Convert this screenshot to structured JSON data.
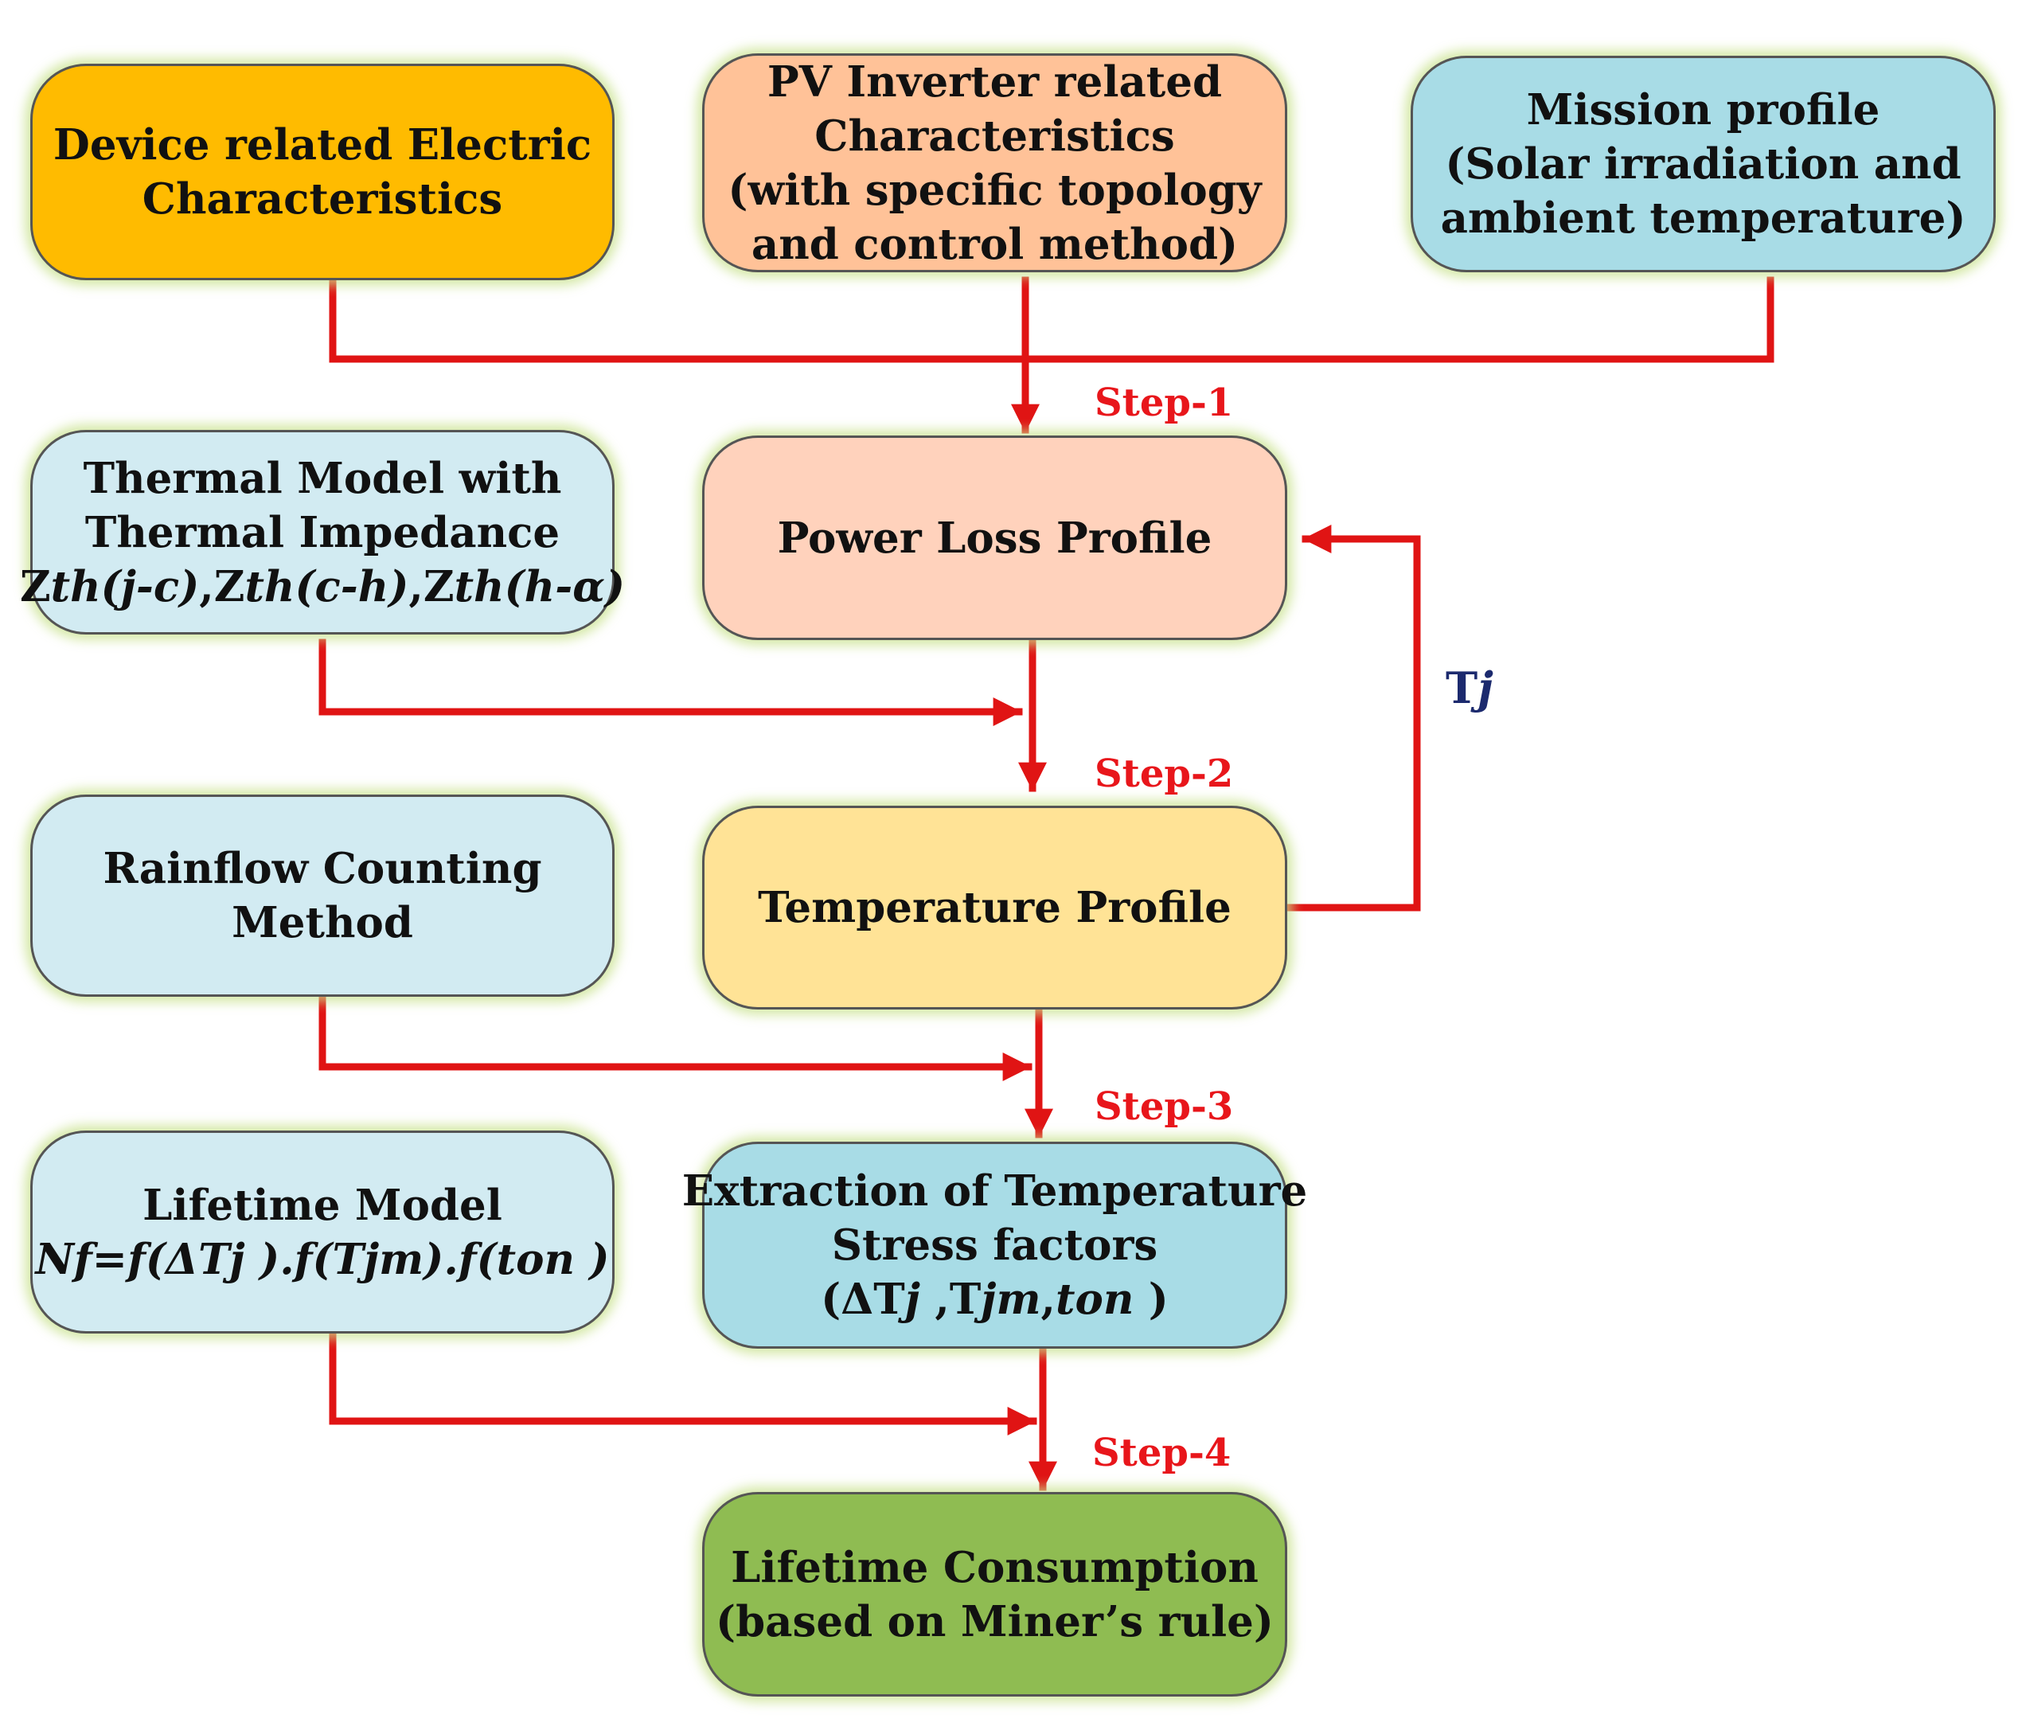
{
  "colors": {
    "connector": "#e01414",
    "step_label": "#e8161b",
    "feedback_label": "#1c2a6e",
    "box_border": "#555555",
    "box_glow": "#c8e28c"
  },
  "boxes": {
    "device": {
      "lines": [
        "Device related Electric",
        "Characteristics"
      ],
      "fill": "#ffbb00"
    },
    "inverter": {
      "lines": [
        "PV Inverter related",
        "Characteristics",
        "(with specific topology",
        "and control method)"
      ],
      "fill": "#ffc298"
    },
    "mission": {
      "lines": [
        "Mission profile",
        "(Solar irradiation and",
        "ambient temperature)"
      ],
      "fill": "#a8dce6"
    },
    "thermal": {
      "line1": "Thermal Model with",
      "line2": "Thermal Impedance",
      "eq": {
        "z1": "Z",
        "a1": "th(j-c)",
        "c1": ",",
        "z2": "Z",
        "a2": "th(c-h)",
        "c2": ",",
        "z3": "Z",
        "a3": "th(h-α)"
      },
      "fill": "#d2ebf2"
    },
    "power_loss": {
      "lines": [
        "Power Loss Profile"
      ],
      "fill": "#ffd2bc"
    },
    "rainflow": {
      "lines": [
        "Rainflow Counting",
        "Method"
      ],
      "fill": "#d2ebf2"
    },
    "temperature": {
      "lines": [
        "Temperature Profile"
      ],
      "fill": "#ffe396"
    },
    "lifetime_model": {
      "line1": "Lifetime Model",
      "eq": "Nf=f(ΔTj ).f(Tjm).f(ton )",
      "fill": "#d2ebf2"
    },
    "extraction": {
      "line1": "Extraction of Temperature",
      "line2": "Stress factors",
      "eq": {
        "open": "(ΔT",
        "j": "j",
        "sep": " ,T",
        "jm": "jm",
        "comma": ",",
        "ton": "ton",
        "close": " )"
      },
      "fill": "#a8dce6"
    },
    "consumption": {
      "lines": [
        "Lifetime Consumption",
        "(based on Miner’s rule)"
      ],
      "fill": "#8fbc52"
    }
  },
  "steps": [
    "Step-1",
    "Step-2",
    "Step-3",
    "Step-4"
  ],
  "feedback": {
    "t": "T",
    "j": "j"
  }
}
